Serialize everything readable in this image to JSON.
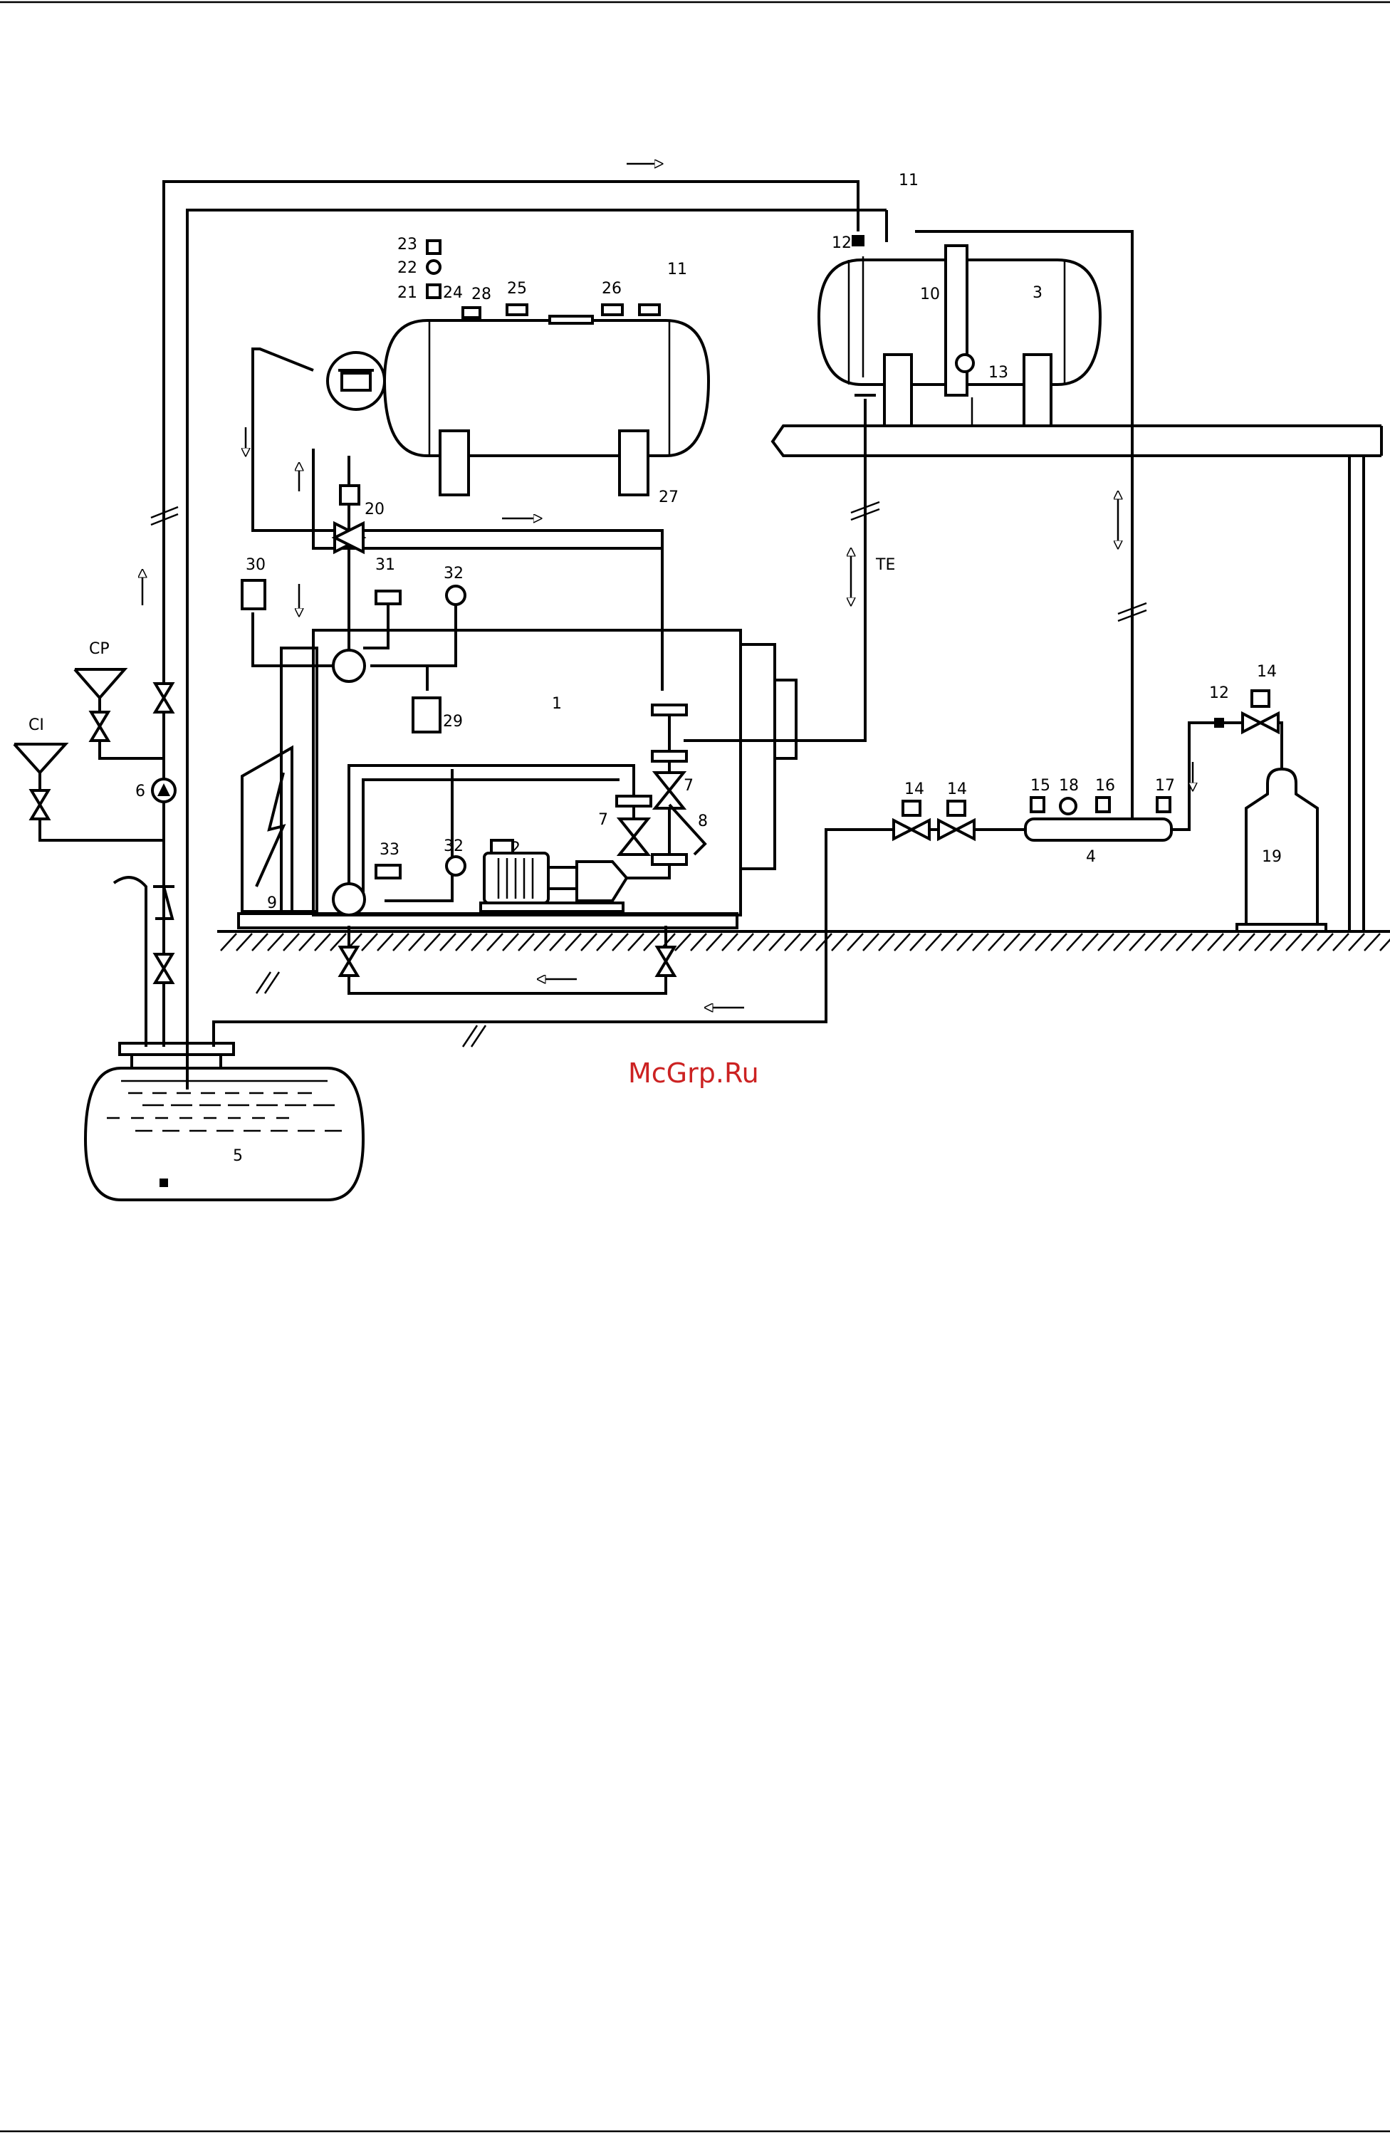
{
  "watermark": "McGrp.Ru",
  "labels": {
    "n1": "1",
    "n2": "2",
    "n3": "3",
    "n4": "4",
    "n5": "5",
    "n6": "6",
    "n7a": "7",
    "n7b": "7",
    "n8": "8",
    "n9": "9",
    "n10": "10",
    "n11a": "11",
    "n11b": "11",
    "n12a": "12",
    "n12b": "12",
    "n13": "13",
    "n14a": "14",
    "n14b": "14",
    "n14c": "14",
    "n15": "15",
    "n16": "16",
    "n17": "17",
    "n18": "18",
    "n19": "19",
    "n20": "20",
    "n21": "21",
    "n22": "22",
    "n23": "23",
    "n24": "24",
    "n25": "25",
    "n26": "26",
    "n27": "27",
    "n28": "28",
    "n29": "29",
    "n30": "30",
    "n31": "31",
    "n32a": "32",
    "n32b": "32",
    "n33": "33",
    "ci": "CI",
    "cp": "CP",
    "te": "TE"
  },
  "colors": {
    "line": "#000000",
    "watermark": "#cc2222"
  }
}
